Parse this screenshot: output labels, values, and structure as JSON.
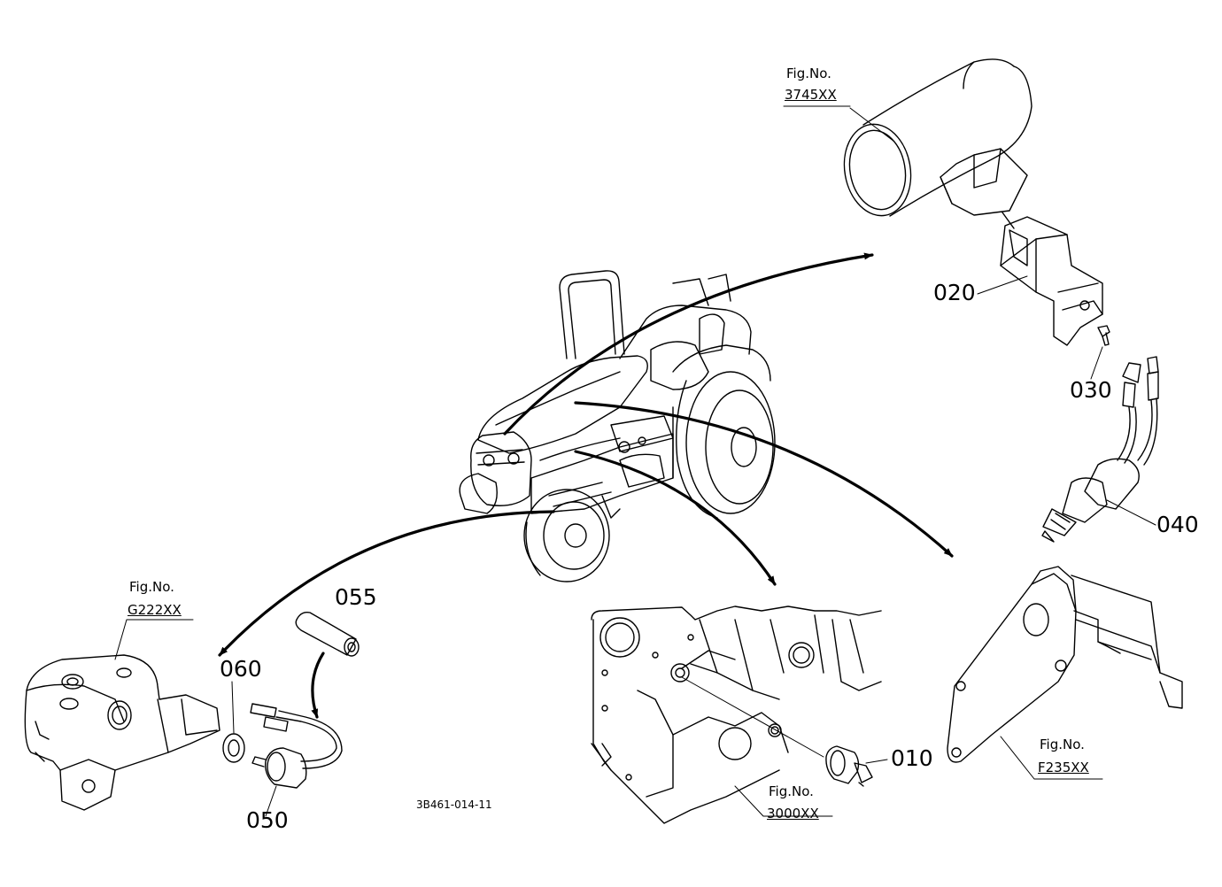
{
  "part_labels": {
    "p010": "010",
    "p020": "020",
    "p030": "030",
    "p040": "040",
    "p050": "050",
    "p055": "055",
    "p060": "060"
  },
  "figure_refs": {
    "fig_label": "Fig.No.",
    "f3745": "3745XX",
    "fg222": "G222XX",
    "f3000": "3000XX",
    "ff235": "F235XX"
  },
  "drawing_code": "3B461-014-11"
}
